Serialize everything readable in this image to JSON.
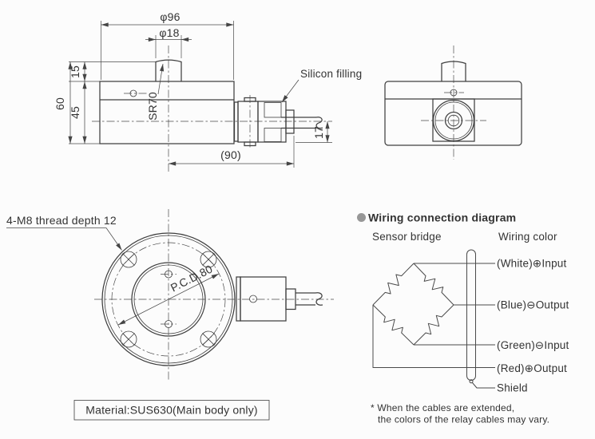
{
  "colors": {
    "background": "#fcfcfc",
    "line": "#3f3f3f",
    "text": "#333333",
    "bullet": "#979797"
  },
  "side_view": {
    "dia_body": "φ96",
    "dia_button": "φ18",
    "cap_height": "15",
    "total_height": "60",
    "body_height": "45",
    "sphere_radius": "SR70",
    "overall_length": "(90)",
    "cable_offset": "17",
    "silicon_label": "Silicon filling"
  },
  "top_view": {
    "thread_note": "4-M8 thread depth 12",
    "pcd": "P.C.D.80",
    "material": "Material:SUS630(Main body only)"
  },
  "wiring": {
    "title": "Wiring connection diagram",
    "bridge_label": "Sensor bridge",
    "color_label": "Wiring color",
    "connections": [
      {
        "label": "(White)⊕Input"
      },
      {
        "label": "(Blue)⊖Output"
      },
      {
        "label": "(Green)⊖Input"
      },
      {
        "label": "(Red)⊕Output"
      }
    ],
    "shield": "Shield",
    "note_line1": "* When the cables are extended,",
    "note_line2": "the colors of the relay cables may vary."
  }
}
